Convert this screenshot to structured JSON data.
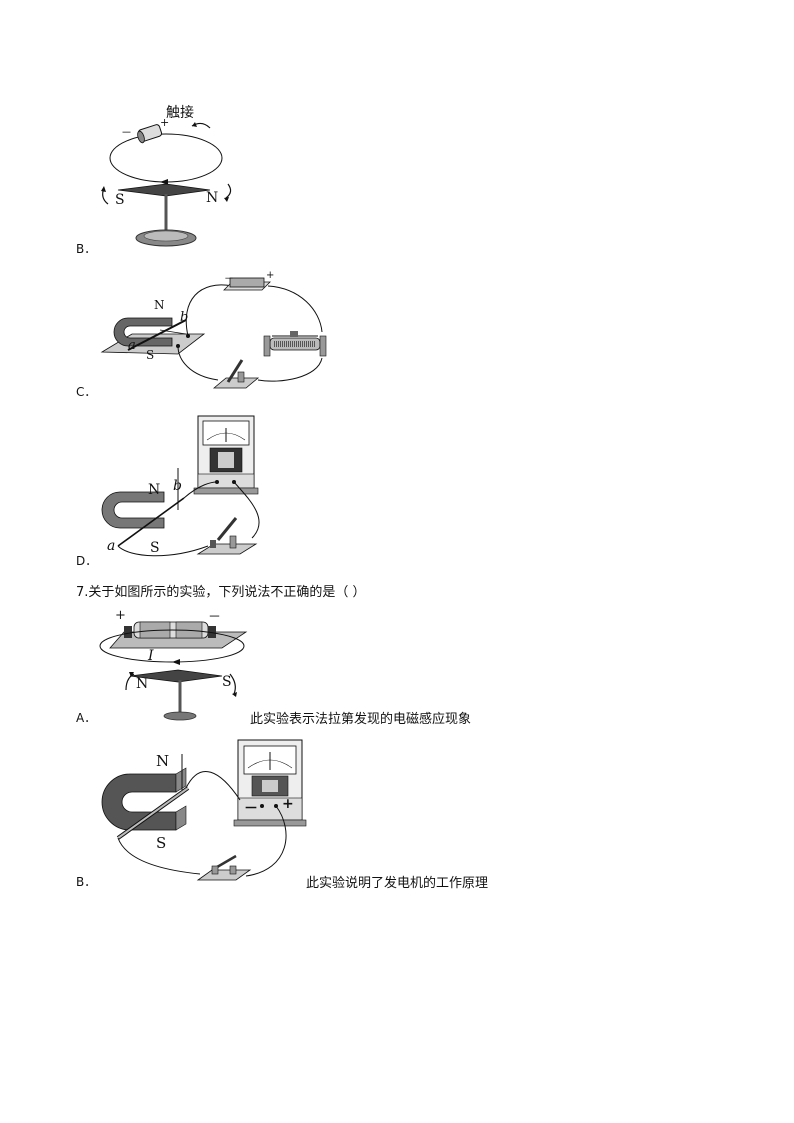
{
  "items": [
    {
      "option": "B．",
      "labels": {
        "touch": "触接",
        "minus": "－",
        "plus": "+",
        "s": "S",
        "n": "N"
      }
    },
    {
      "option": "C．",
      "labels": {
        "n": "N",
        "s": "S",
        "a": "a",
        "b": "b",
        "minus": "－",
        "plus": "+"
      }
    },
    {
      "option": "D．",
      "labels": {
        "n": "N",
        "s": "S",
        "a": "a",
        "b": "b"
      }
    }
  ],
  "question7": {
    "stem": "7.关于如图所示的实验，下列说法不正确的是（  ）",
    "options": [
      {
        "option": "A．",
        "text": "此实验表示法拉第发现的电磁感应现象",
        "labels": {
          "plus": "+",
          "minus": "－",
          "current": "I",
          "n": "N",
          "s": "S"
        }
      },
      {
        "option": "B．",
        "text": "此实验说明了发电机的工作原理",
        "labels": {
          "n": "N",
          "s": "S",
          "minus": "－",
          "plus": "+"
        }
      }
    ]
  }
}
